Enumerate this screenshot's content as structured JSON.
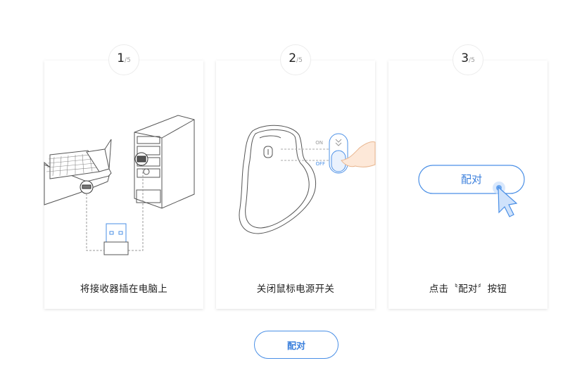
{
  "steps": [
    {
      "number": "1",
      "total": "/5",
      "caption": "将接收器插在电脑上"
    },
    {
      "number": "2",
      "total": "/5",
      "caption": "关闭鼠标电源开关",
      "switch_on": "ON",
      "switch_off": "OFF"
    },
    {
      "number": "3",
      "total": "/5",
      "caption": "点击〝配对〞按钮",
      "demo_button_label": "配对"
    }
  ],
  "pair_button": {
    "label": "配对"
  },
  "colors": {
    "accent": "#4a8fe6",
    "line": "#555555",
    "card_border": "#e6e6e6"
  },
  "icons": [
    "laptop-icon",
    "pc-tower-icon",
    "usb-receiver-icon",
    "mouse-icon",
    "power-switch-icon",
    "hand-icon",
    "cursor-arrow-icon"
  ]
}
